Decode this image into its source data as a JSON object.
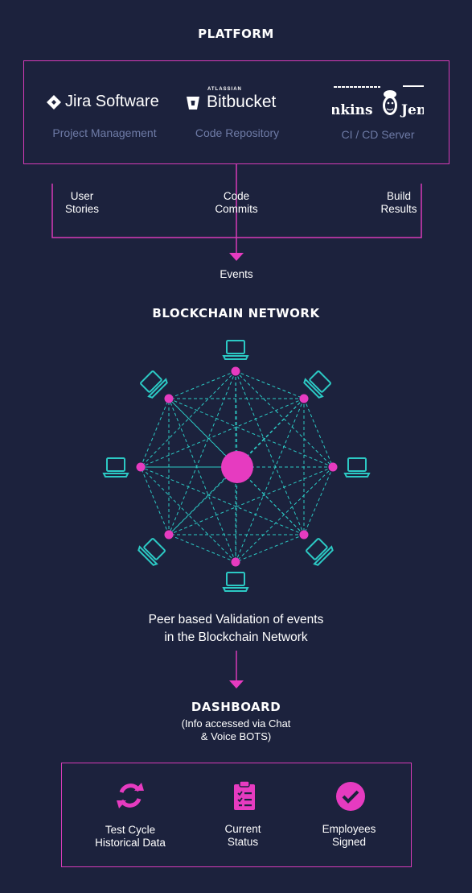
{
  "platform": {
    "title": "PLATFORM",
    "tools": [
      {
        "name": "Jira Software",
        "caption": "Project Management",
        "icon": "jira-diamond-icon"
      },
      {
        "name": "Bitbucket",
        "brand": "ATLASSIAN",
        "caption": "Code Repository",
        "icon": "bitbucket-bucket-icon"
      },
      {
        "name": "Jenkins",
        "caption": "CI / CD Server",
        "icon": "jenkins-butler-icon"
      }
    ]
  },
  "flows": [
    {
      "label": "User\nStories"
    },
    {
      "label": "Code\nCommits"
    },
    {
      "label": "Build\nResults"
    }
  ],
  "events_label": "Events",
  "blockchain": {
    "title": "BLOCKCHAIN NETWORK",
    "peer_icon": "laptop-icon",
    "caption_line1": "Peer based Validation of events",
    "caption_line2": "in the Blockchain Network"
  },
  "dashboard": {
    "title": "DASHBOARD",
    "subtitle_line1": "(Info accessed via Chat",
    "subtitle_line2": "& Voice BOTS)",
    "items": [
      {
        "label_line1": "Test Cycle",
        "label_line2": "Historical Data",
        "icon": "refresh-icon"
      },
      {
        "label_line1": "Current",
        "label_line2": "Status",
        "icon": "clipboard-checklist-icon"
      },
      {
        "label_line1": "Employees",
        "label_line2": "Signed",
        "icon": "check-circle-icon"
      }
    ]
  },
  "colors": {
    "background": "#1c223d",
    "accent_pink": "#e63bc0",
    "accent_teal": "#2cc9c4",
    "caption_gray": "#6e7ba6"
  }
}
